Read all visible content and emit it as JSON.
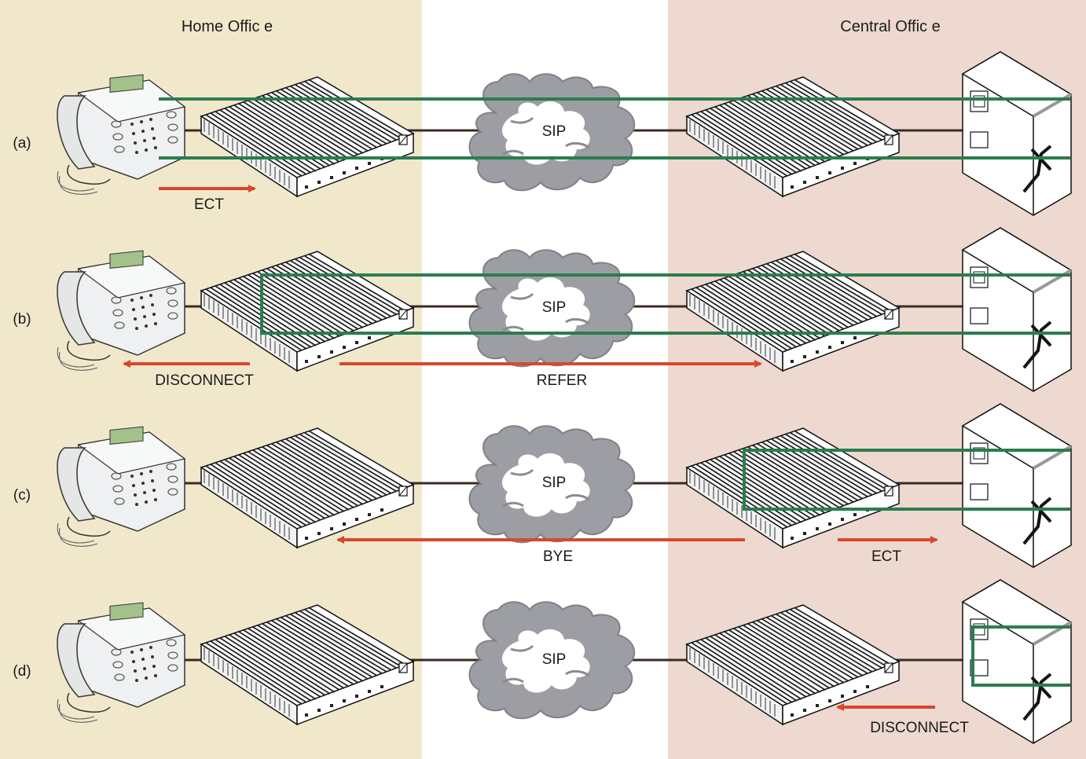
{
  "regions": {
    "home": {
      "title": "Home Offic e",
      "color": "#f1e8cc"
    },
    "central": {
      "title": "Central Offic e",
      "color": "#edd9cf"
    }
  },
  "rows": [
    {
      "id": "a",
      "label": "(a)",
      "cloud": "SIP",
      "messages": [
        {
          "text": "ECT",
          "dir": "right"
        }
      ]
    },
    {
      "id": "b",
      "label": "(b)",
      "cloud": "SIP",
      "messages": [
        {
          "text": "DISCONNECT",
          "dir": "left"
        },
        {
          "text": "REFER",
          "dir": "right"
        }
      ]
    },
    {
      "id": "c",
      "label": "(c)",
      "cloud": "SIP",
      "messages": [
        {
          "text": "BYE",
          "dir": "left"
        },
        {
          "text": "ECT",
          "dir": "right"
        }
      ]
    },
    {
      "id": "d",
      "label": "(d)",
      "cloud": "SIP",
      "messages": [
        {
          "text": "DISCONNECT",
          "dir": "left"
        }
      ]
    }
  ],
  "colors": {
    "call_path": "#2a7d4f",
    "signal_arrow": "#d9472b",
    "cloud": "#9c9ea3",
    "wire": "#3a2a26"
  },
  "icons": [
    "desk-phone-icon",
    "gateway-router-icon",
    "sip-cloud-icon",
    "pbx-server-icon"
  ]
}
